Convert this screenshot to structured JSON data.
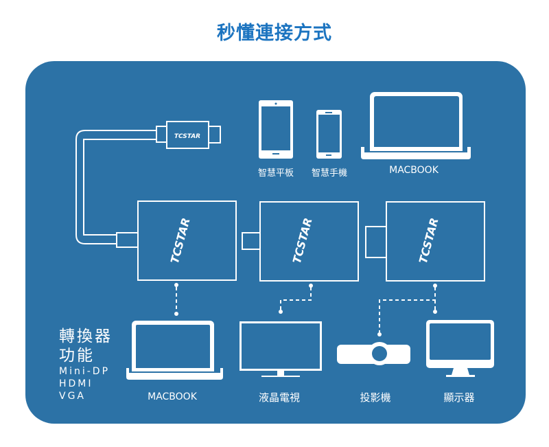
{
  "title": "秒懂連接方式",
  "colors": {
    "panel": "#2c72a6",
    "title": "#1c74c0",
    "line": "#ffffff"
  },
  "logo_text": "TCSTAR",
  "top_devices": [
    {
      "icon": "tablet-icon",
      "label": "智慧平板"
    },
    {
      "icon": "phone-icon",
      "label": "智慧手機"
    },
    {
      "icon": "laptop-icon",
      "label": "MACBOOK"
    }
  ],
  "bottom_devices": [
    {
      "icon": "laptop-icon",
      "label": "MACBOOK"
    },
    {
      "icon": "tv-icon",
      "label": "液晶電視"
    },
    {
      "icon": "projector-icon",
      "label": "投影機"
    },
    {
      "icon": "monitor-icon",
      "label": "顯示器"
    }
  ],
  "side": {
    "heading_line1": "轉換器",
    "heading_line2": "功能",
    "ports": [
      "Mini-DP",
      "HDMI",
      "VGA"
    ]
  }
}
